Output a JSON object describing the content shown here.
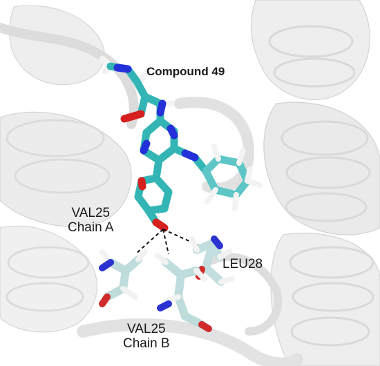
{
  "labels": {
    "compound": "Compound 49",
    "residue_val25_a": {
      "name": "VAL25",
      "chain": "Chain A"
    },
    "residue_leu28": {
      "name": "LEU28"
    },
    "residue_val25_b": {
      "name": "VAL25",
      "chain": "Chain B"
    }
  },
  "colors": {
    "background": "#ffffff",
    "ribbon": "#e3e3e3",
    "ribbon_edge": "#c9c9c9",
    "carbon_ligand": "#36b8b8",
    "carbon_residue": "#b9dcdc",
    "nitrogen": "#2430d8",
    "oxygen": "#d61f1f",
    "hydrogen": "#f5f5f5",
    "hbond": "#111111"
  }
}
